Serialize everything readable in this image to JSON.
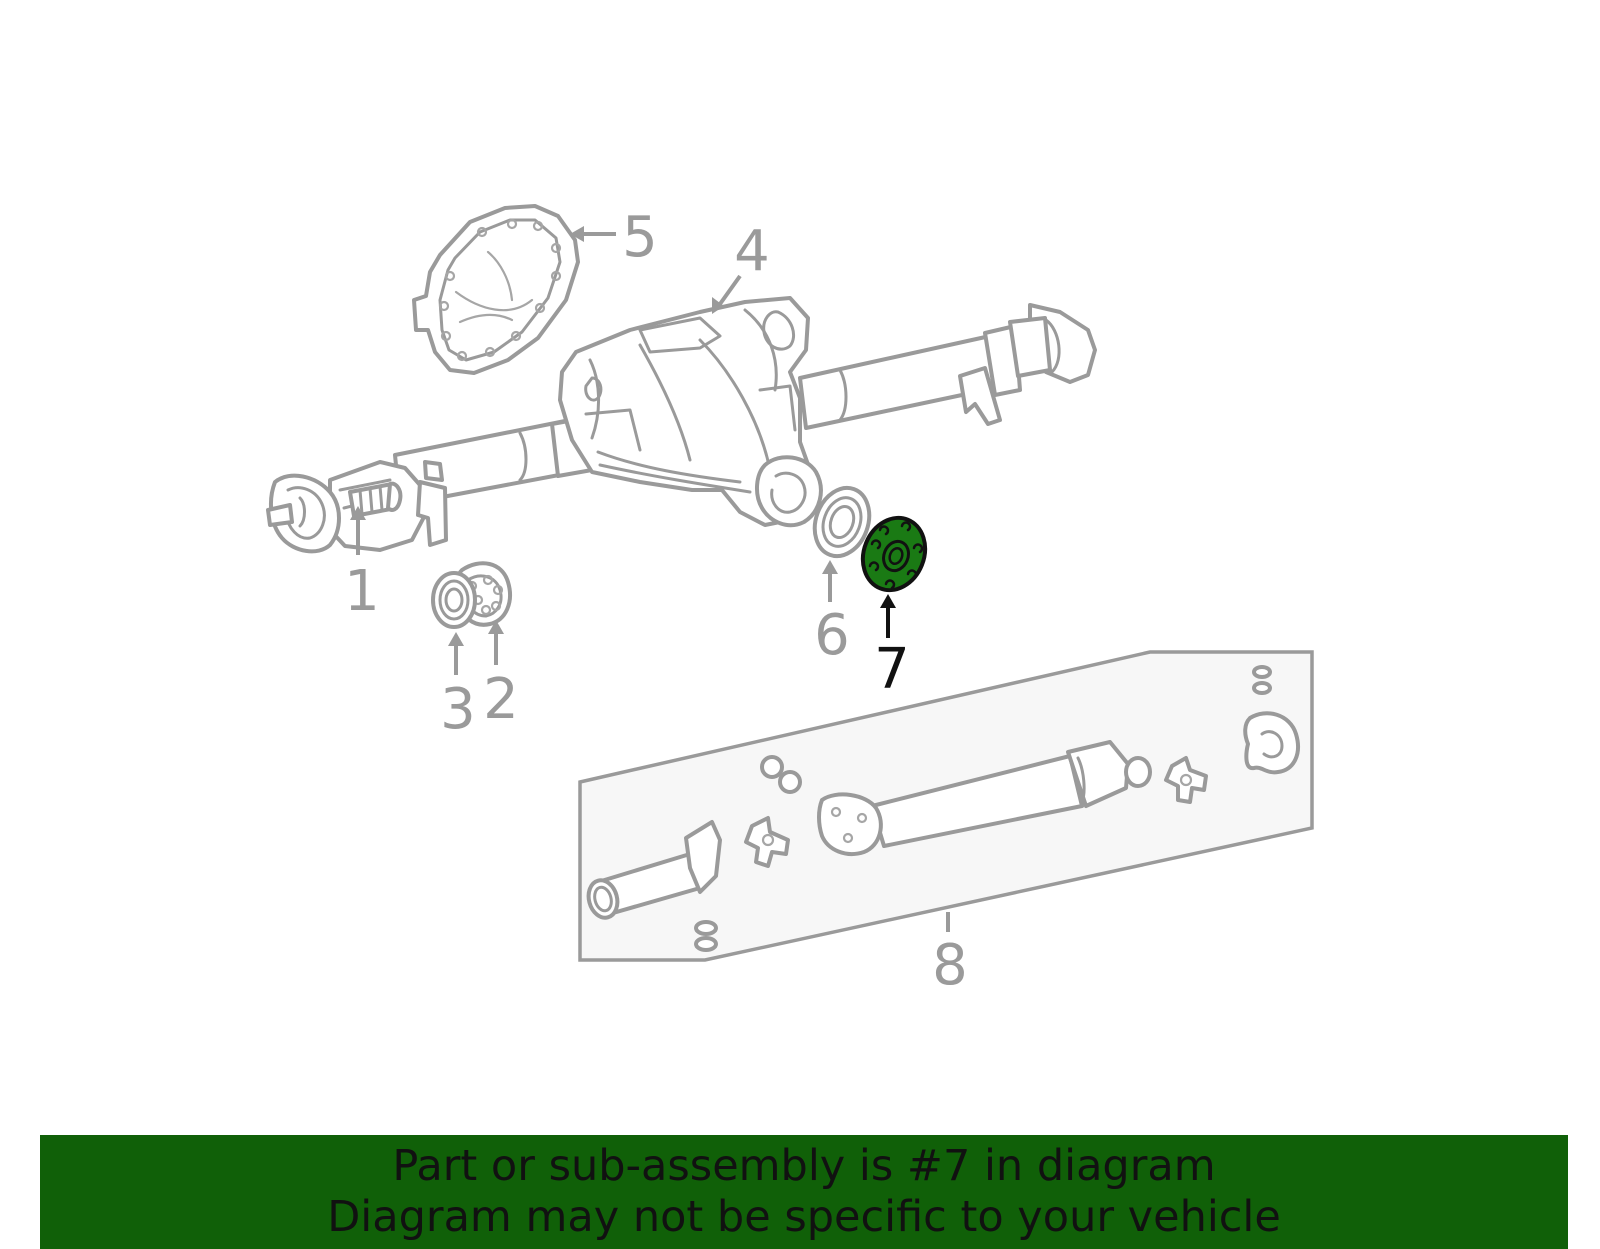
{
  "colors": {
    "banner_bg": "#106008",
    "highlight_fill": "#1a7a14",
    "line_gray": "#9a9a9a",
    "panel_fill": "#f7f7f7"
  },
  "callouts": [
    {
      "id": "1",
      "label": "1",
      "highlighted": false
    },
    {
      "id": "2",
      "label": "2",
      "highlighted": false
    },
    {
      "id": "3",
      "label": "3",
      "highlighted": false
    },
    {
      "id": "4",
      "label": "4",
      "highlighted": false
    },
    {
      "id": "5",
      "label": "5",
      "highlighted": false
    },
    {
      "id": "6",
      "label": "6",
      "highlighted": false
    },
    {
      "id": "7",
      "label": "7",
      "highlighted": true
    },
    {
      "id": "8",
      "label": "8",
      "highlighted": false
    }
  ],
  "banner": {
    "line1": "Part or sub-assembly is #7 in diagram",
    "line2": "Diagram may not be specific to your vehicle"
  }
}
